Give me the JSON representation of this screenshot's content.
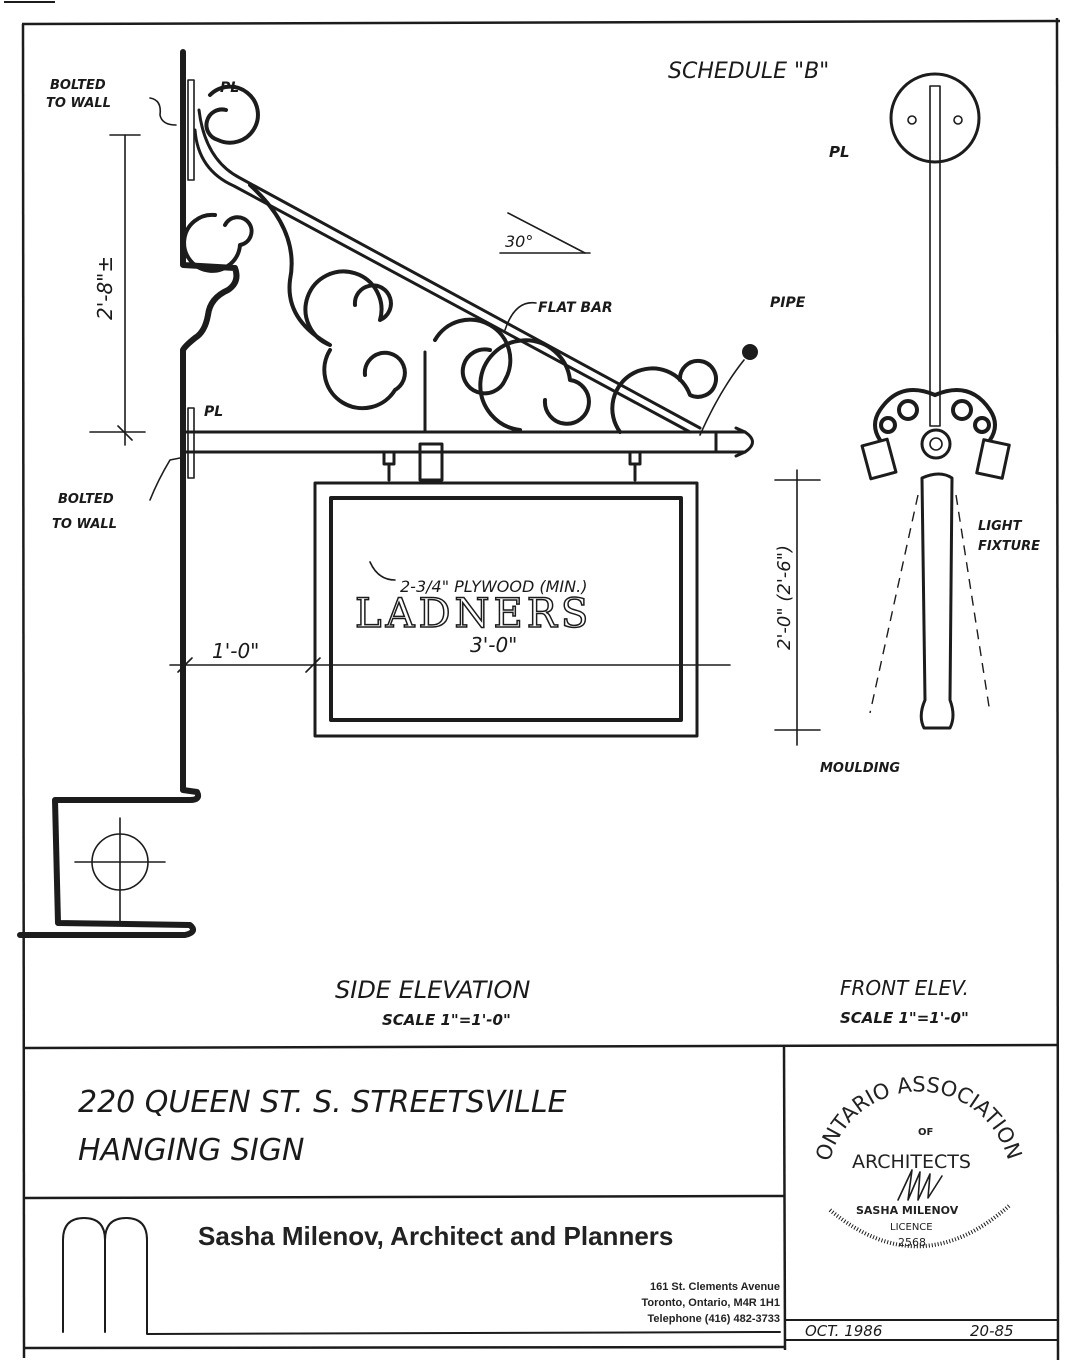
{
  "sheet": {
    "schedule_label": "SCHEDULE \"B\"",
    "side_elevation": {
      "title": "SIDE ELEVATION",
      "scale": "SCALE 1\"=1'-0\"",
      "notes": {
        "bolted_to_wall_top": [
          "BOLTED",
          "TO WALL"
        ],
        "bolted_to_wall_bottom": [
          "BOLTED",
          "TO WALL"
        ],
        "plate_top": "PL",
        "plate_bottom": "PL",
        "flat_bar": "FLAT BAR",
        "pipe": "PIPE",
        "angle": "30°",
        "plywood": "2-3/4\" PLYWOOD (MIN.)",
        "sign_text": "LADNERS"
      },
      "dimensions": {
        "bracket_height": "2'-8\"±",
        "sign_width": "3'-0\"",
        "offset": "1'-0\"",
        "sign_height": "2'-0\" (2'-6\")"
      }
    },
    "front_elevation": {
      "title": "FRONT ELEV.",
      "scale": "SCALE 1\"=1'-0\"",
      "notes": {
        "plate": "PL",
        "light_fixture": [
          "LIGHT",
          "FIXTURE"
        ],
        "moulding": "MOULDING"
      }
    }
  },
  "title_block": {
    "project_line1": "220 QUEEN ST. S. STREETSVILLE",
    "project_line2": "HANGING SIGN",
    "firm_logo": "m-arch-logo",
    "firm_name": "Sasha  Milenov, Architect and Planners",
    "address_line1": "161 St. Clements Avenue",
    "address_line2": "Toronto, Ontario, M4R 1H1",
    "address_line3": "Telephone (416) 482-3733",
    "seal": {
      "arc_text": "ONTARIO ASSOCIATION",
      "of": "OF",
      "architects": "ARCHITECTS",
      "name": "SASHA MILENOV",
      "licence_label": "LICENCE",
      "licence_no": "2568"
    },
    "date": "OCT. 1986",
    "drawing_no": "20-85"
  }
}
